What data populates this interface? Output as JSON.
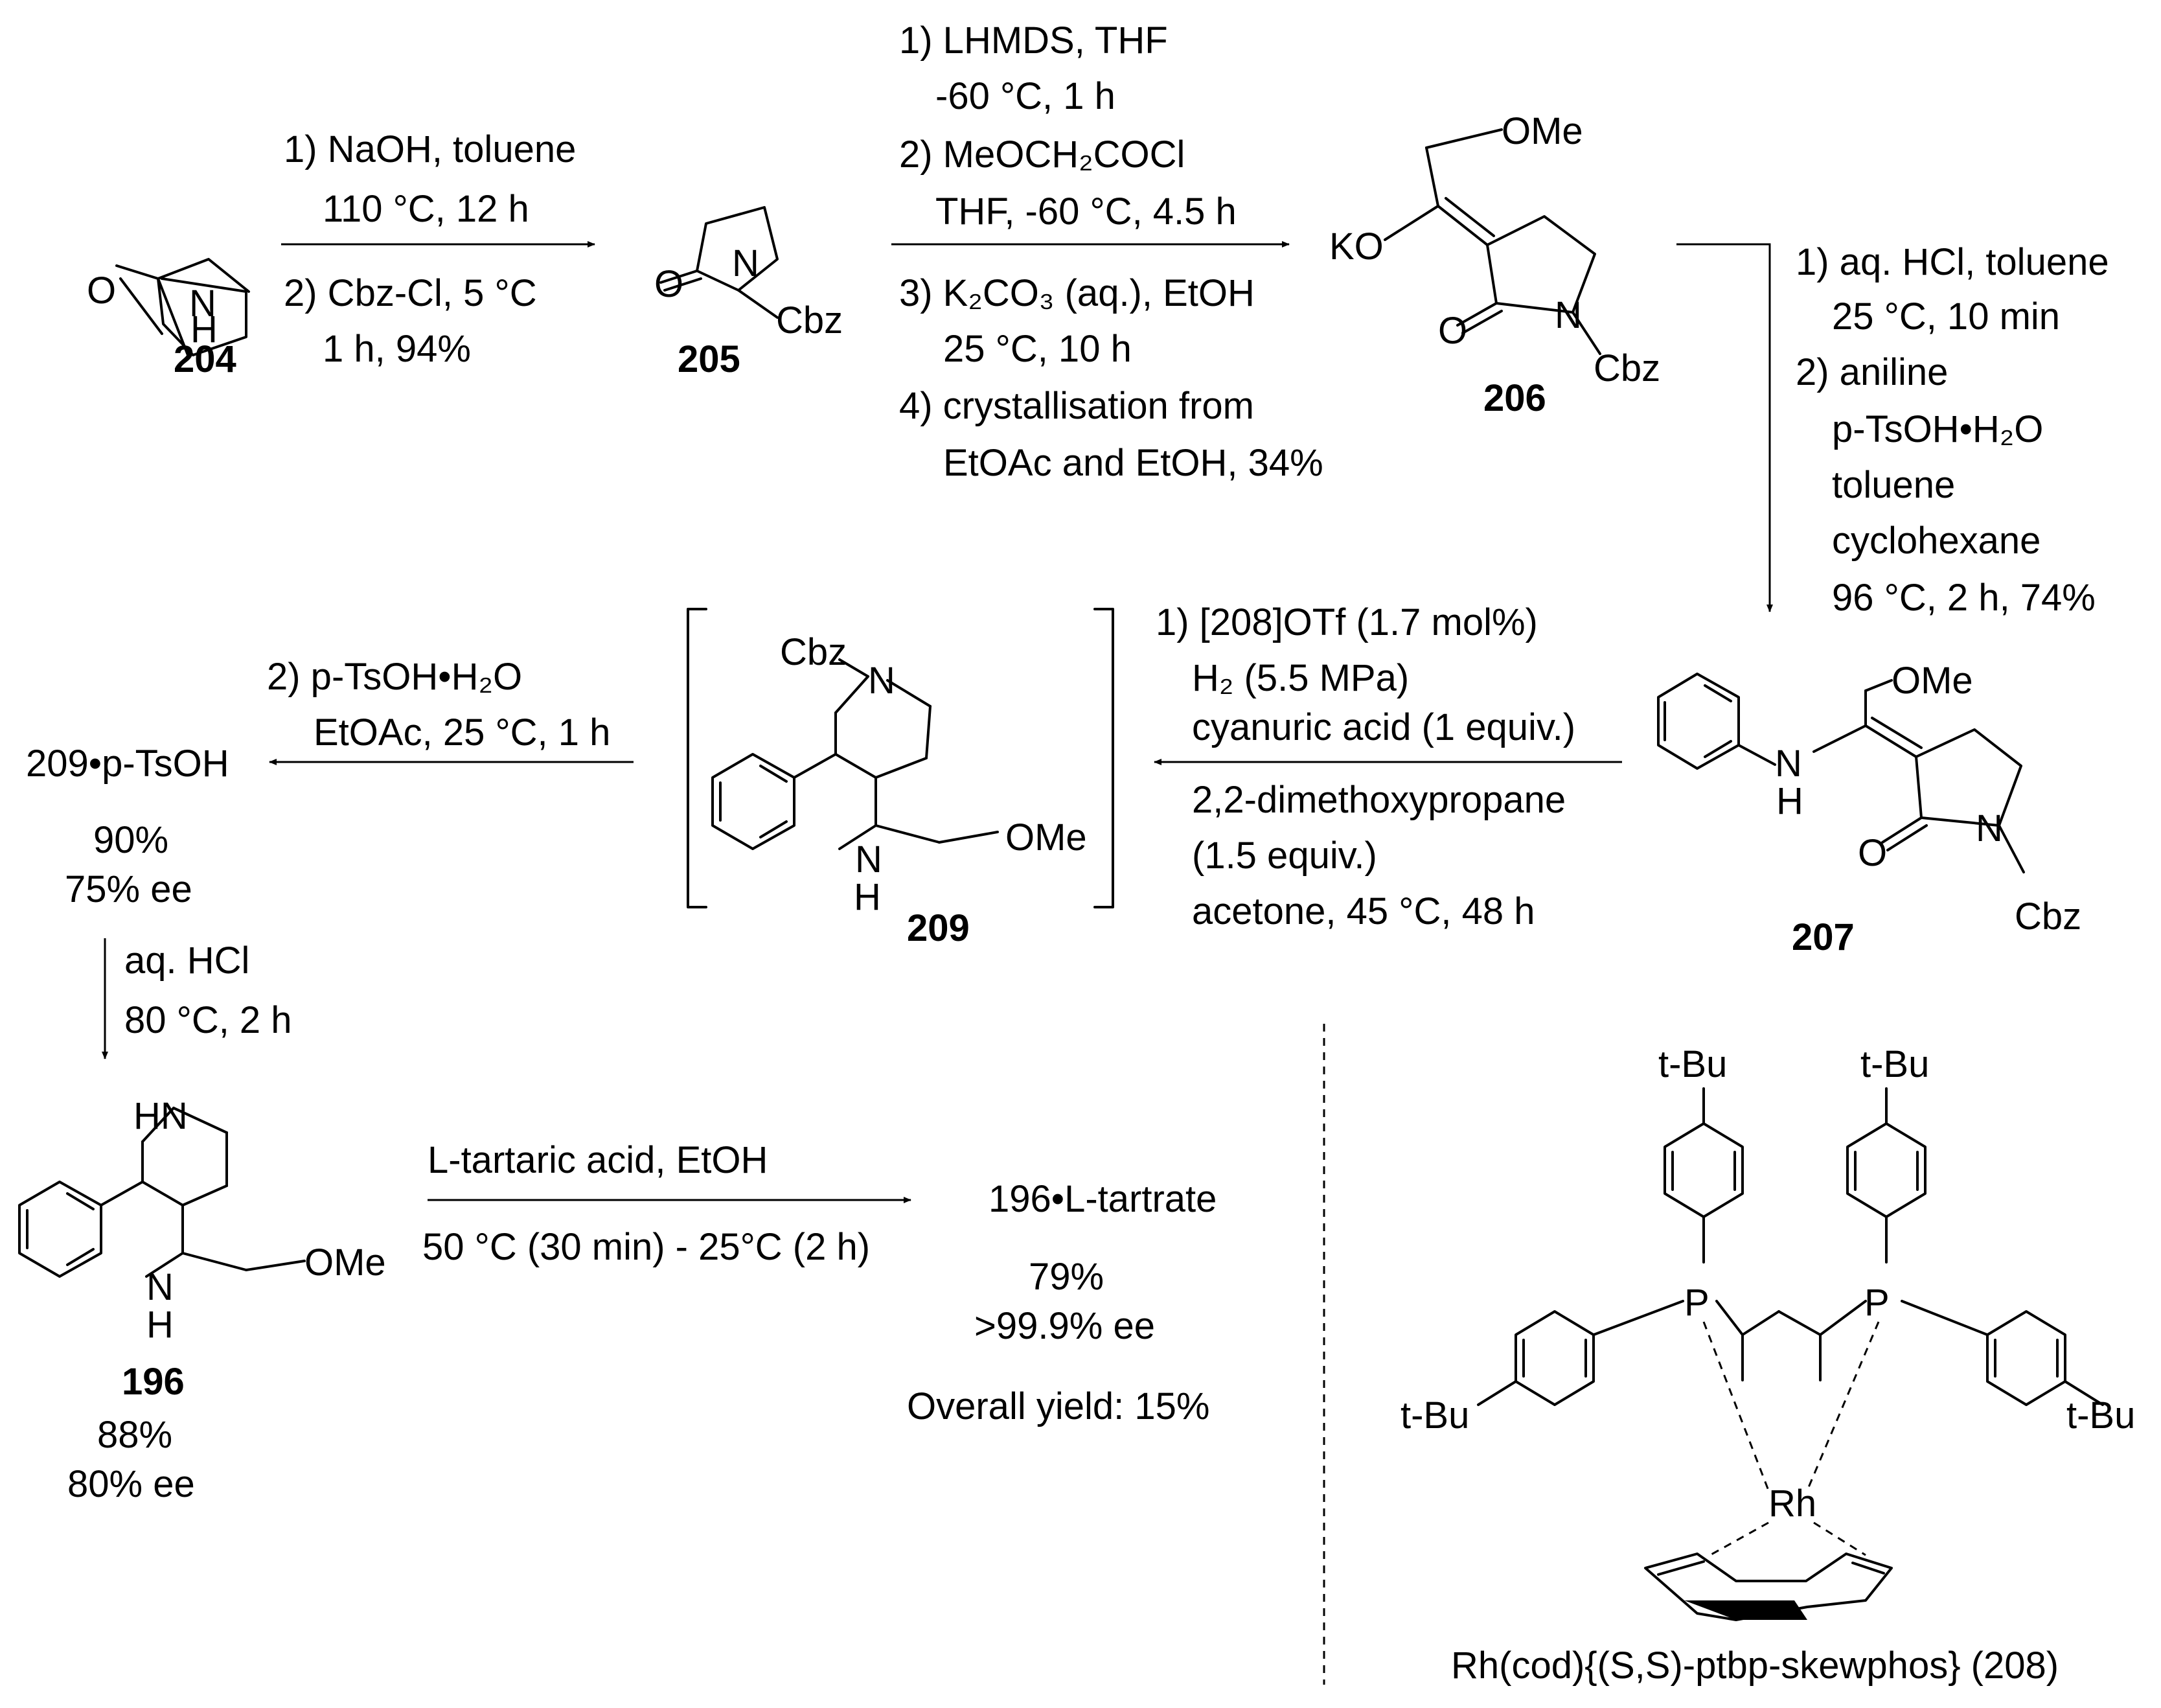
{
  "compounds": {
    "c204": "204",
    "c205": "205",
    "c206": "206",
    "c207": "207",
    "c209": "209",
    "c196": "196"
  },
  "atoms": {
    "N": "N",
    "H": "H",
    "O": "O",
    "NH": "NH",
    "HN": "HN",
    "Cbz": "Cbz",
    "OMe": "OMe",
    "KO": "KO",
    "P": "P",
    "Rh": "Rh",
    "tBu": "t-Bu"
  },
  "step1": {
    "line1": "1) NaOH, toluene",
    "line2": "110 °C, 12 h",
    "line3": "2) Cbz-Cl, 5 °C",
    "line4": "1 h, 94%"
  },
  "step2": {
    "line1": "1) LHMDS, THF",
    "line2": "-60 °C, 1 h",
    "line3": "2) MeOCH₂COCl",
    "line4": "THF, -60 °C, 4.5 h",
    "line5": "3) K₂CO₃ (aq.), EtOH",
    "line6": "25 °C, 10 h",
    "line7": "4) crystallisation from",
    "line8": "EtOAc and EtOH, 34%"
  },
  "step3": {
    "line1": "1) aq. HCl, toluene",
    "line2": "25 °C, 10 min",
    "line3": "2) aniline",
    "line4": "p-TsOH•H₂O",
    "line5": "toluene",
    "line6": "cyclohexane",
    "line7": "96 °C, 2 h, 74%"
  },
  "step4": {
    "line1": "1) [208]OTf (1.7 mol%)",
    "line2": "H₂ (5.5 MPa)",
    "line3": "cyanuric acid (1 equiv.)",
    "line4": "2,2-dimethoxypropane",
    "line5": "(1.5 equiv.)",
    "line6": "acetone, 45 °C, 48 h"
  },
  "step5": {
    "line1": "2) p-TsOH•H₂O",
    "line2": "EtOAc, 25 °C, 1 h"
  },
  "salt209": {
    "label": "209•p-TsOH",
    "yield": "90%",
    "ee": "75% ee"
  },
  "step6": {
    "line1": "aq. HCl",
    "line2": "80 °C, 2 h"
  },
  "product196": {
    "yield": "88%",
    "ee": "80% ee"
  },
  "step7": {
    "line1": "L-tartaric acid, EtOH",
    "line2": "50 °C (30 min) - 25°C (2 h)"
  },
  "tartrate": {
    "label": "196•L-tartrate",
    "yield": "79%",
    "ee": ">99.9% ee",
    "overall": "Overall yield: 15%"
  },
  "catalyst": {
    "caption": "Rh(cod){(S,S)-ptbp-skewphos} (208)"
  }
}
